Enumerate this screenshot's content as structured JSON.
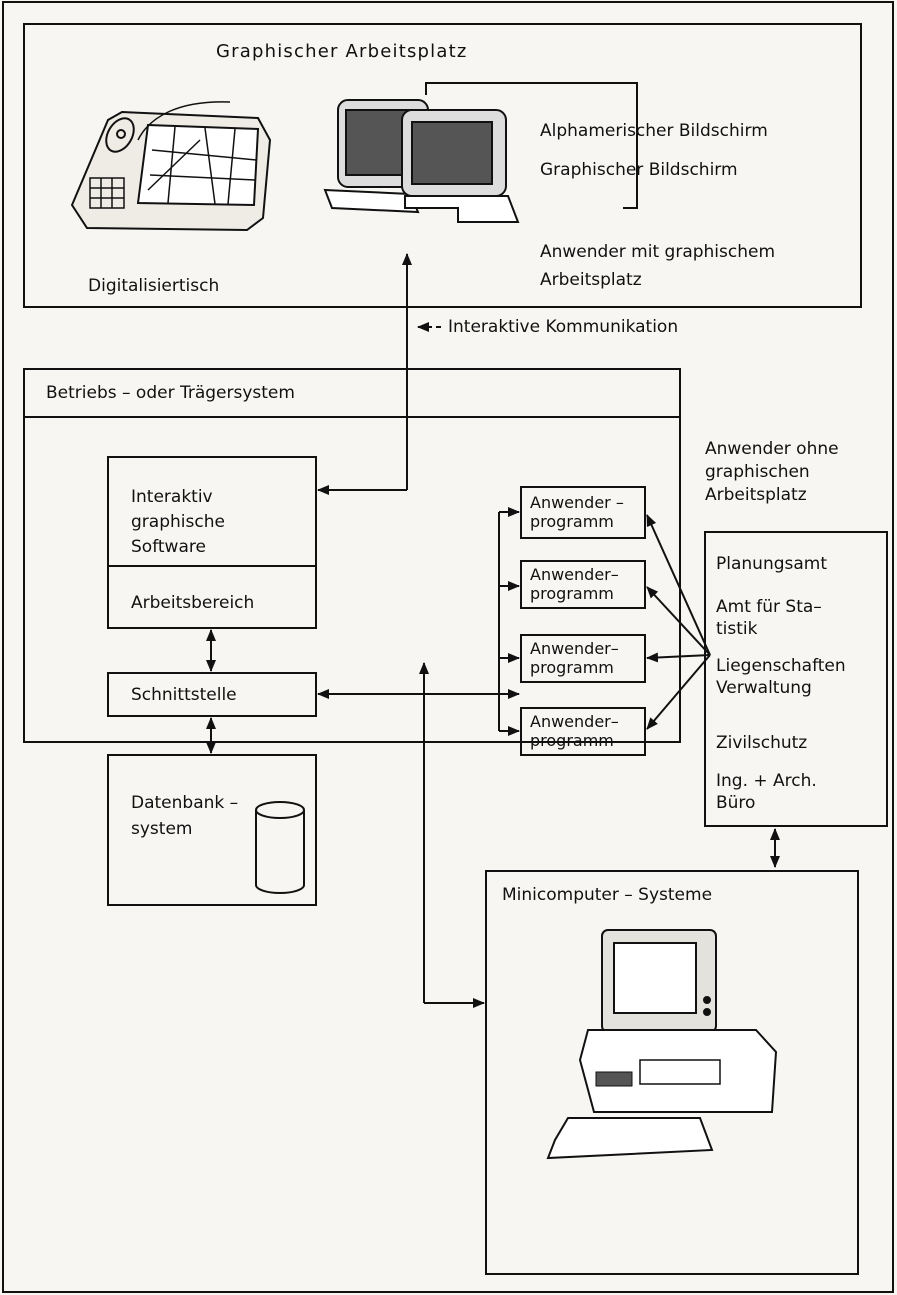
{
  "graphic_workstation": {
    "title": "Graphischer Arbeitsplatz",
    "digitizer_label": "Digitalisiertisch",
    "alpha_screen_label": "Alphamerischer Bildschirm",
    "graphic_screen_label": "Graphischer Bildschirm",
    "user_label": "Anwender mit graphischem\nArbeitsplatz",
    "interactive_label": "Interaktive Kommunikation"
  },
  "operating_system": {
    "title": "Betriebs – oder Trägersystem",
    "software_label": "Interaktiv\ngraphische\nSoftware",
    "workspace_label": "Arbeitsbereich",
    "interface_label": "Schnittstelle",
    "database_label": "Datenbank –\nsystem",
    "programs": [
      "Anwender –\nprogramm",
      "Anwender–\nprogramm",
      "Anwender–\nprogramm",
      "Anwender–\nprogramm"
    ]
  },
  "users_without": {
    "heading": "Anwender ohne\ngraphischen\nArbeitsplatz",
    "items": [
      "Planungsamt",
      "Amt für Sta–\ntistik",
      "Liegenschaften\nVerwaltung",
      "Zivilschutz",
      "Ing. + Arch.\nBüro"
    ]
  },
  "minicomputer": {
    "title": "Minicomputer – Systeme"
  }
}
